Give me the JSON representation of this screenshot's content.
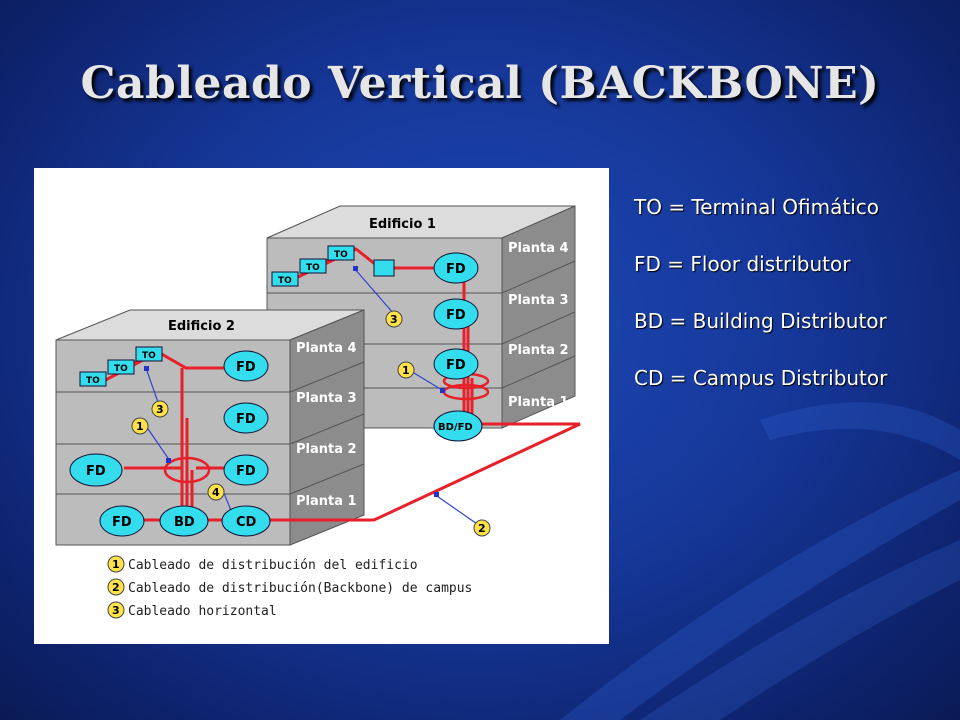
{
  "slide": {
    "title": "Cableado Vertical (BACKBONE)"
  },
  "legend": {
    "items": [
      "TO = Terminal Ofimático",
      "FD = Floor distributor",
      "BD = Building Distributor",
      "CD = Campus Distributor"
    ]
  },
  "diagram": {
    "building1": {
      "name": "Edificio 1",
      "floors": [
        "Planta 4",
        "Planta 3",
        "Planta 2",
        "Planta 1"
      ]
    },
    "building2": {
      "name": "Edificio 2",
      "floors": [
        "Planta 4",
        "Planta 3",
        "Planta 2",
        "Planta 1"
      ]
    },
    "nodes": {
      "to": "TO",
      "fd": "FD",
      "bd": "BD",
      "cd": "CD",
      "bdfd": "BD/FD"
    },
    "markers": [
      "1",
      "2",
      "3",
      "4"
    ],
    "key": [
      {
        "num": "1",
        "text": "Cableado de distribución del edificio"
      },
      {
        "num": "2",
        "text": "Cableado de distribución(Backbone) de campus"
      },
      {
        "num": "3",
        "text": "Cableado horizontal"
      }
    ],
    "colors": {
      "cable": "#e8202a",
      "node": "#33ddee",
      "marker": "#ffe24a",
      "box_front": "#b8b8b8",
      "box_top": "#dcdcdc",
      "box_side": "#8c8c8c",
      "thin_link": "#3344cc"
    }
  }
}
